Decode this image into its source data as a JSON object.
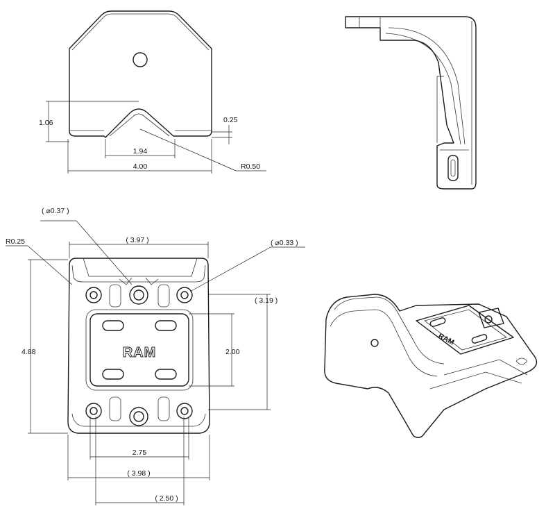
{
  "front_view": {
    "height_dim": "1.06",
    "thickness_dim": "0.25",
    "notch_width_dim": "1.94",
    "overall_width_dim": "4.00",
    "radius_dim": "R0.50"
  },
  "top_view": {
    "hole_dia_large": "( ⌀0.37 )",
    "hole_dia_small": "( ⌀0.33 )",
    "corner_radius": "R0.25",
    "top_width": "( 3.97 )",
    "depth_ref": "( 3.19 )",
    "overall_length": "4.88",
    "plate_height": "2.00",
    "hole_spacing": "2.75",
    "bottom_width": "( 3.98 )",
    "offset": "( 2.50 )",
    "logo_text": "RAM"
  },
  "iso_view": {
    "logo_text": "RAM"
  }
}
